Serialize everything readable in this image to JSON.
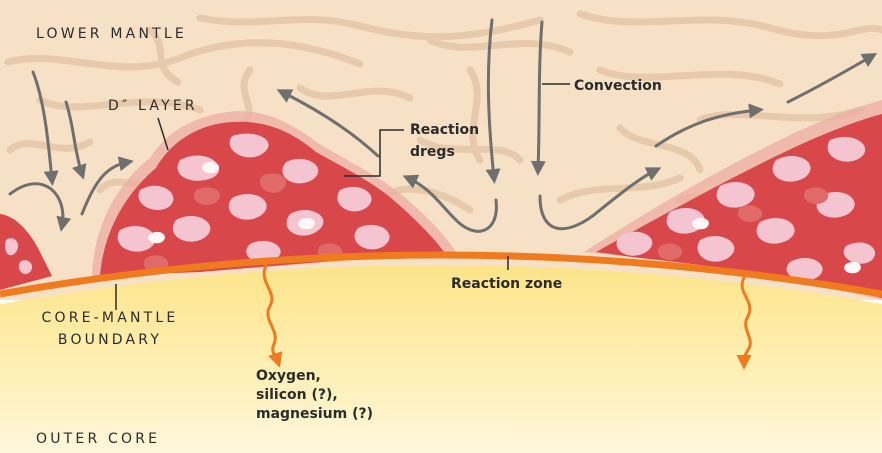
{
  "layers": {
    "lower_mantle": "LOWER MANTLE",
    "d_layer": "D″ LAYER",
    "core_mantle_boundary": [
      "CORE-MANTLE",
      "BOUNDARY"
    ],
    "outer_core": "OUTER CORE"
  },
  "annotations": {
    "reaction_dregs": [
      "Reaction",
      "dregs"
    ],
    "convection": "Convection",
    "reaction_zone": "Reaction zone",
    "escaping_elements": [
      "Oxygen,",
      "silicon (?),",
      "magnesium (?)"
    ]
  },
  "colors": {
    "mantle": "#f6e0c6",
    "mantle_swirl": "#e2c3a3",
    "dregs_dark": "#c8323a",
    "dregs_mid": "#e06a68",
    "dregs_light": "#f4c4d0",
    "reaction_zone": "#f07a1e",
    "core": "#fde48a",
    "core_light": "#fff5d2",
    "arrow": "#6f6f6f",
    "wavy_arrow": "#f07a1e"
  }
}
